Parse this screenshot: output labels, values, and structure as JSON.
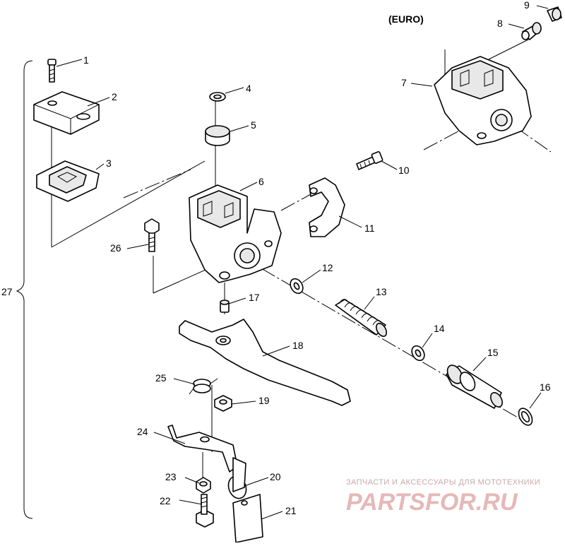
{
  "diagram": {
    "variant_label": "(EURO)",
    "parts": [
      {
        "num": "1"
      },
      {
        "num": "2"
      },
      {
        "num": "3"
      },
      {
        "num": "4"
      },
      {
        "num": "5"
      },
      {
        "num": "6"
      },
      {
        "num": "7"
      },
      {
        "num": "8"
      },
      {
        "num": "9"
      },
      {
        "num": "10"
      },
      {
        "num": "11"
      },
      {
        "num": "12"
      },
      {
        "num": "13"
      },
      {
        "num": "14"
      },
      {
        "num": "15"
      },
      {
        "num": "16"
      },
      {
        "num": "17"
      },
      {
        "num": "18"
      },
      {
        "num": "19"
      },
      {
        "num": "20"
      },
      {
        "num": "21"
      },
      {
        "num": "22"
      },
      {
        "num": "23"
      },
      {
        "num": "24"
      },
      {
        "num": "25"
      },
      {
        "num": "26"
      },
      {
        "num": "27"
      }
    ]
  },
  "watermark": {
    "tagline": "ЗАПЧАСТИ И АКСЕССУАРЫ ДЛЯ МОТОТЕХНИКИ",
    "brand": "PARTSFOR.RU",
    "color": "#e6b8b8"
  }
}
